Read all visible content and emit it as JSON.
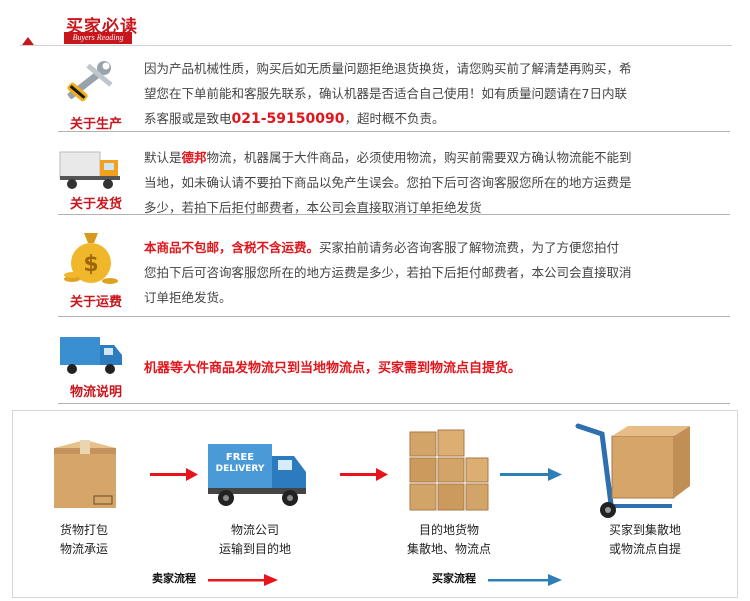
{
  "header": {
    "title": "买家必读",
    "subtitle": "Buyers Reading"
  },
  "sections": [
    {
      "label": "关于生产",
      "icon": "tools-icon",
      "lines": [
        "因为产品机械性质，购买后如无质量问题拒绝退货换货，请您购买前了解清楚再购买，希",
        "望您在下单前能和客服先联系，确认机器是否适合自己使用！如有质量问题请在7日内联"
      ],
      "line3_prefix": "系客服或是致电",
      "phone": "021-59150090",
      "line3_suffix": "，超时概不负责。"
    },
    {
      "label": "关于发货",
      "icon": "truck-icon",
      "line1_prefix": "默认是",
      "brand": "德邦",
      "line1_suffix": "物流，机器属于大件商品，必须使用物流，购买前需要双方确认物流能不能到",
      "line2": "当地，如未确认请不要拍下商品以免产生误会。您拍下后可咨询客服您所在的地方运费是",
      "line3": "多少，若拍下后拒付邮费者，本公司会直接取消订单拒绝发货"
    },
    {
      "label": "关于运费",
      "icon": "money-bag-icon",
      "highlight": "本商品不包邮，含税不含运费。",
      "line1_suffix": "买家拍前请务必咨询客服了解物流费，为了方便您拍付",
      "line2": "您拍下后可咨询客服您所在的地方运费是多少，若拍下后拒付邮费者，本公司会直接取消",
      "line3": "订单拒绝发货。"
    },
    {
      "label": "物流说明",
      "icon": "delivery-truck-icon",
      "highlight": "机器等大件商品发物流只到当地物流点，买家需到物流点自提货。"
    }
  ],
  "flow": {
    "truck_text_1": "FREE",
    "truck_text_2": "DELIVERY",
    "steps": [
      {
        "line1": "货物打包",
        "line2": "物流承运"
      },
      {
        "line1": "物流公司",
        "line2": "运输到目的地"
      },
      {
        "line1": "目的地货物",
        "line2": "集散地、物流点"
      },
      {
        "line1": "买家到集散地",
        "line2": "或物流点自提"
      }
    ],
    "legend_seller": "卖家流程",
    "legend_buyer": "买家流程",
    "colors": {
      "seller": "#e8131b",
      "buyer": "#2e7fb8"
    }
  }
}
